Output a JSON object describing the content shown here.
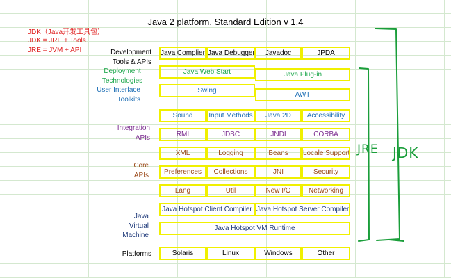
{
  "title": "Java 2 platform, Standard Edition v 1.4",
  "notes": [
    "JDK（Java开发工具包）",
    "JDK = JRE + Tools",
    "JRE = JVM + API"
  ],
  "colors": {
    "dev": "#000000",
    "deploy": "#1aa64a",
    "ui": "#1e6fb5",
    "integration": "#7a2a8e",
    "core": "#9b4a1a",
    "vm": "#1f3a7a",
    "platform": "#000000",
    "cell_border": "#f0f000",
    "handwriting": "#1a9e3a"
  },
  "labels": {
    "dev": [
      "Development",
      "Tools & APIs"
    ],
    "deploy": [
      "Deployment",
      "Technologies"
    ],
    "ui": [
      "User Interface",
      "Toolkits"
    ],
    "integration": [
      "Integration",
      "APIs"
    ],
    "core": [
      "Core",
      "APIs"
    ],
    "vm": [
      "Java",
      "Virtual",
      "Machine"
    ],
    "platforms": [
      "Platforms"
    ]
  },
  "rows": {
    "dev": [
      "Java Complier",
      "Java Debugger",
      "Javadoc",
      "JPDA"
    ],
    "deploy": [
      "Java Web Start",
      "Java Plug-in"
    ],
    "ui1": [
      "Swing"
    ],
    "ui2": [
      "AWT"
    ],
    "ui3": [
      "Sound",
      "Input Methods",
      "Java 2D",
      "Accessibility"
    ],
    "integ": [
      "RMI",
      "JDBC",
      "JNDI",
      "CORBA"
    ],
    "core1": [
      "XML",
      "Logging",
      "Beans",
      "Locale Support"
    ],
    "core2": [
      "Preferences",
      "Collections",
      "JNI",
      "Security"
    ],
    "core3": [
      "Lang",
      "Util",
      "New I/O",
      "Networking"
    ],
    "vm1": [
      "Java Hotspot Client Compiler",
      "Java Hotspot Server Compiler"
    ],
    "vm2": [
      "Java Hotspot VM Runtime"
    ],
    "plat": [
      "Solaris",
      "Linux",
      "Windows",
      "Other"
    ]
  },
  "handwriting": {
    "jre": "JRE",
    "jdk": "JDK"
  }
}
